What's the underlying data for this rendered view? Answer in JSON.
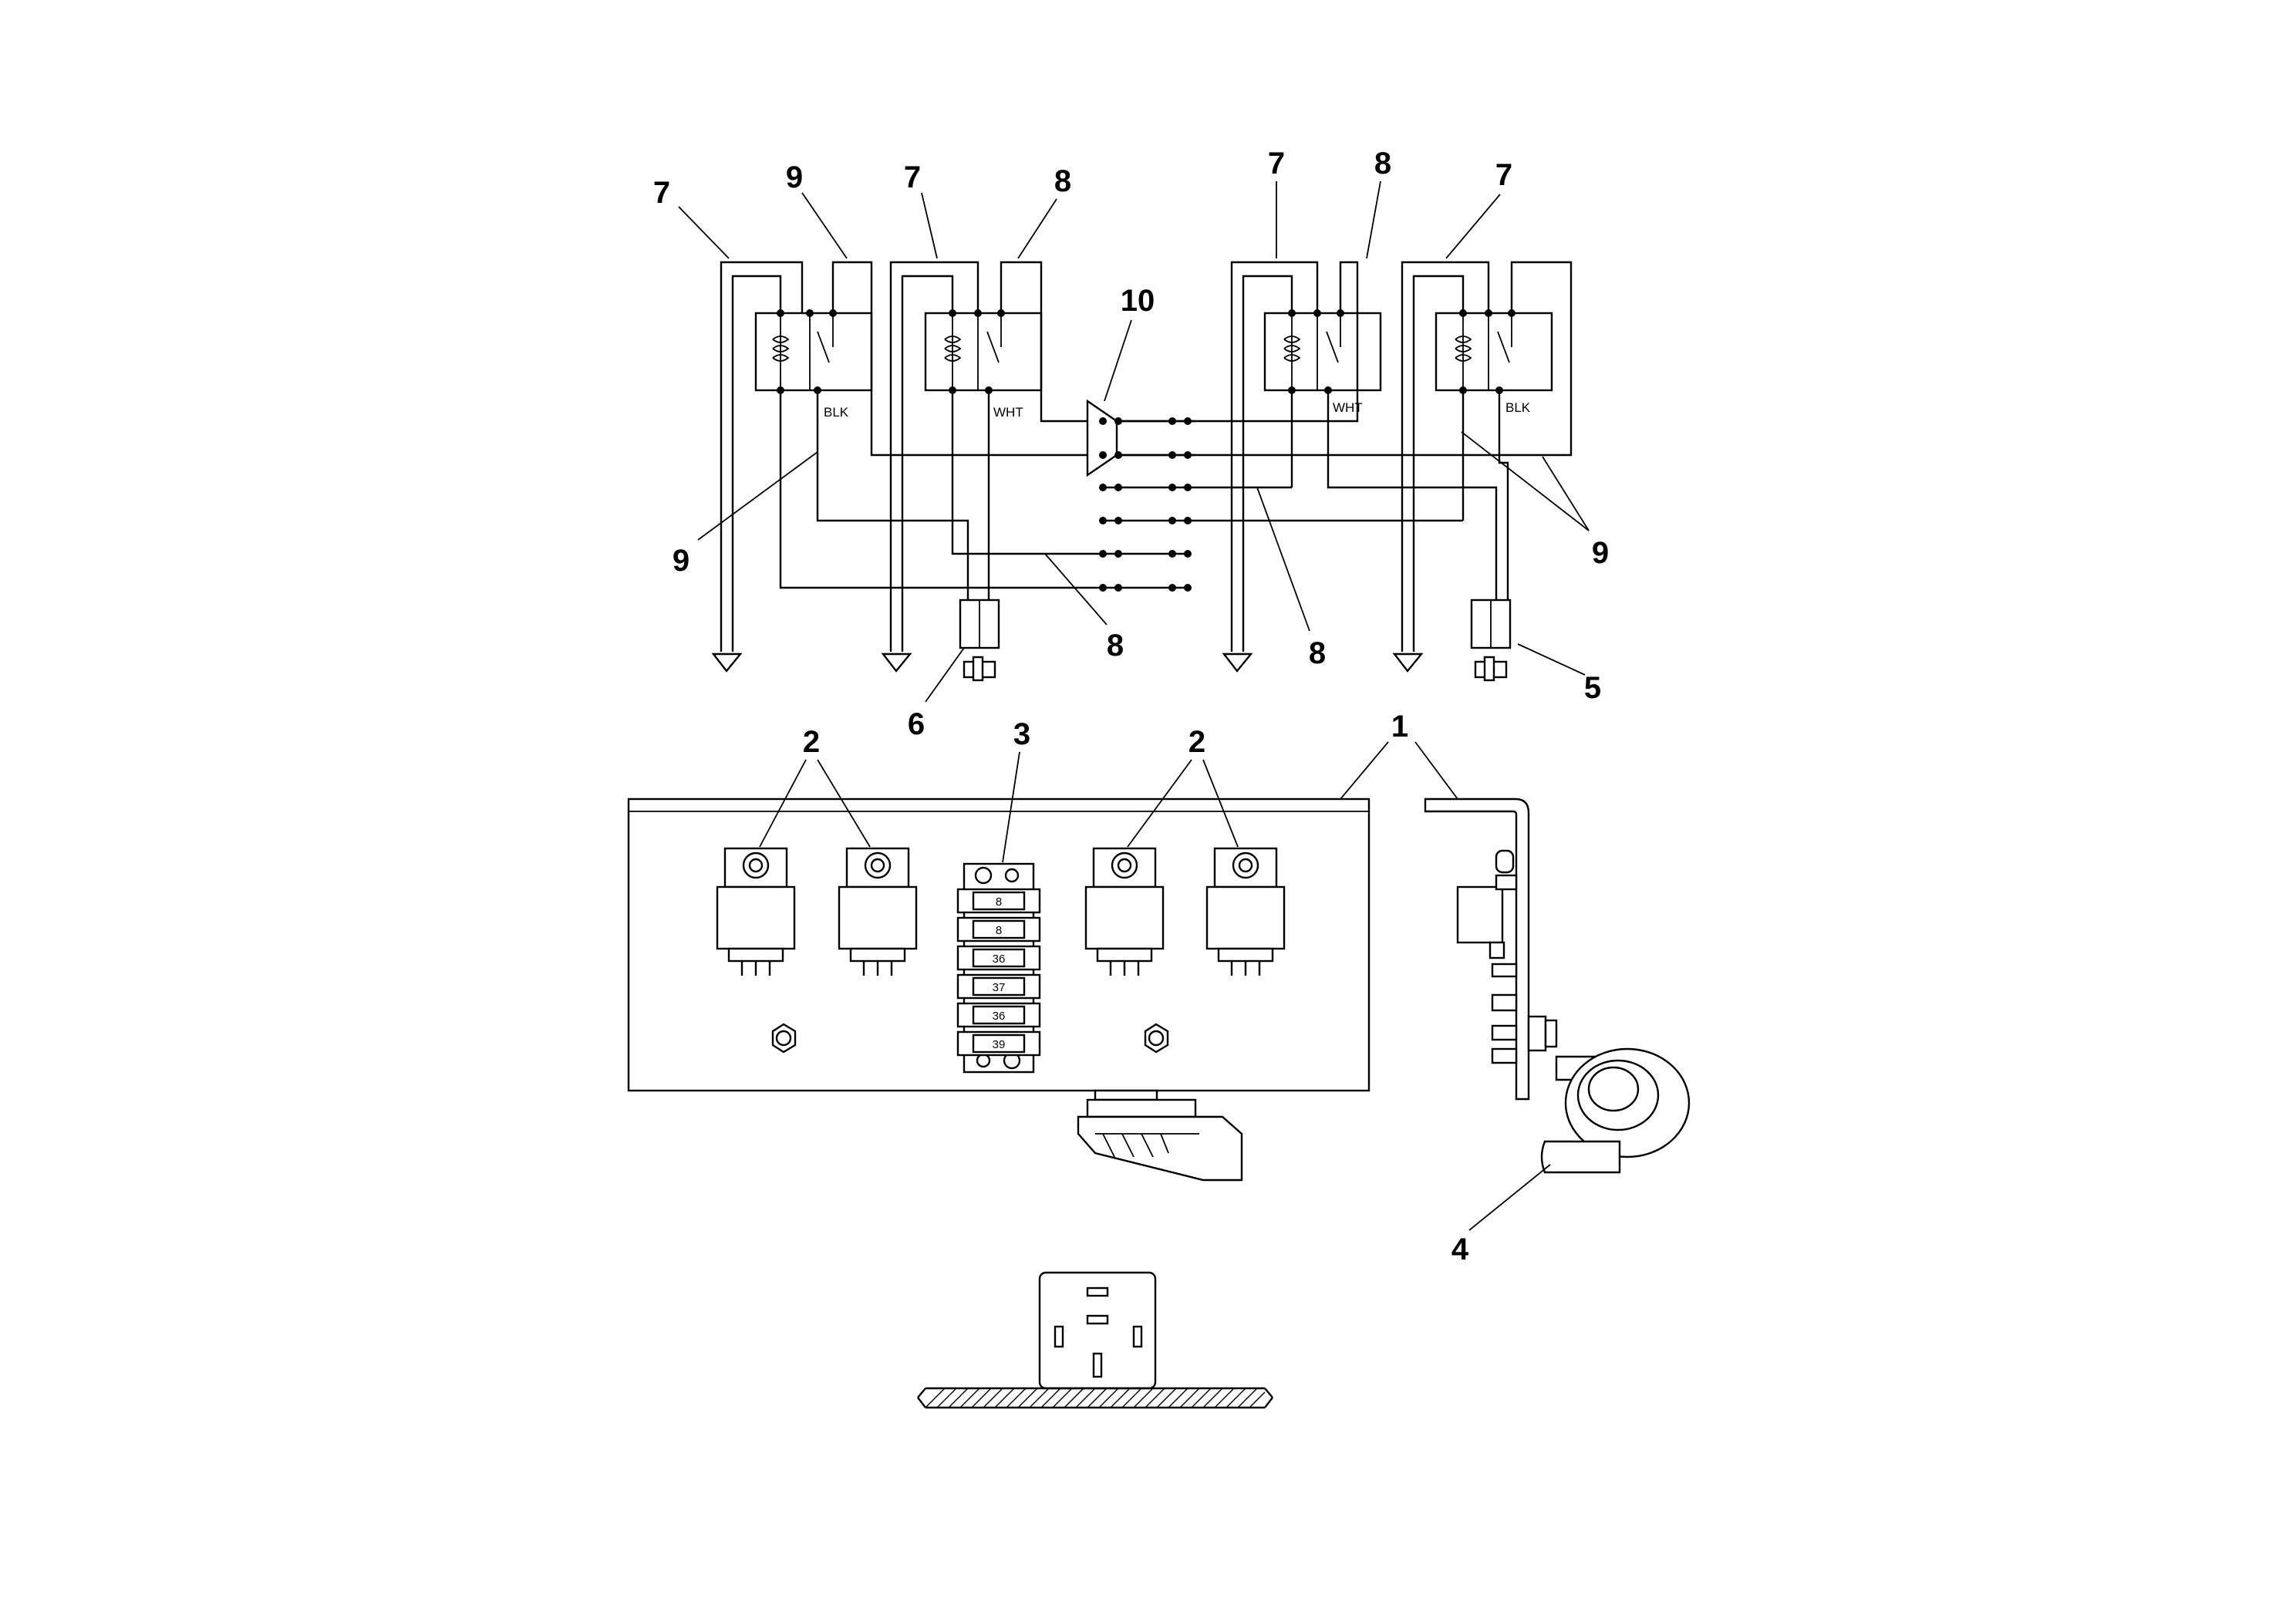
{
  "callouts": {
    "c1": "1",
    "c2a": "2",
    "c2b": "2",
    "c3": "3",
    "c4": "4",
    "c5": "5",
    "c6": "6",
    "c7a": "7",
    "c7b": "7",
    "c7c": "7",
    "c7d": "7",
    "c8a": "8",
    "c8b": "8",
    "c8c": "8",
    "c8d": "8",
    "c9a": "9",
    "c9b": "9",
    "c9c": "9",
    "c10": "10"
  },
  "wire_labels": {
    "relay1": "BLK",
    "relay2": "WHT",
    "relay3": "WHT",
    "relay4": "BLK"
  },
  "fuse_block": {
    "fuses": [
      "8",
      "8",
      "36",
      "37",
      "36",
      "39"
    ]
  }
}
